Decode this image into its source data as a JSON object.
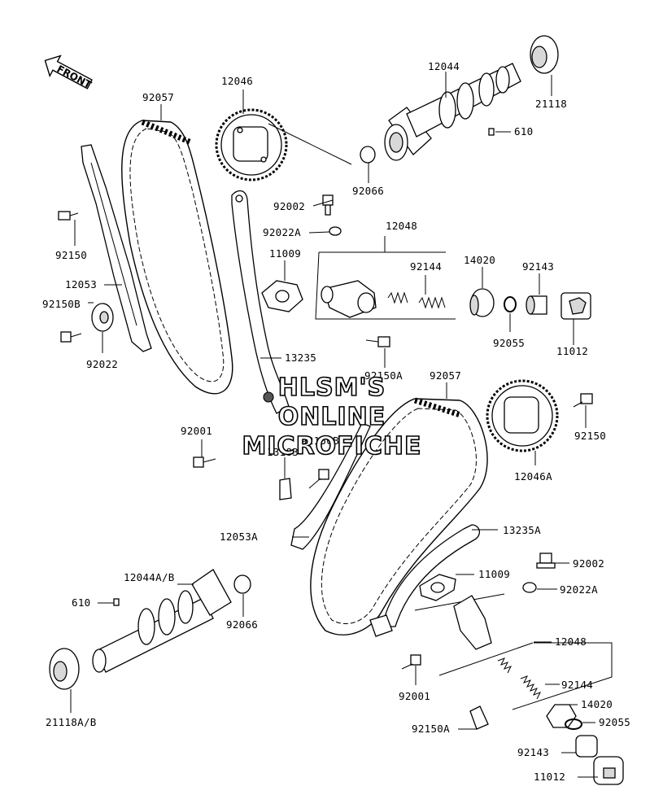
{
  "watermark": {
    "line1": "HLSM'S",
    "line2": "ONLINE",
    "line3": "MICROFICHE"
  },
  "front_arrow": {
    "text": "FRONT",
    "icon": "front-arrow-icon"
  },
  "labels": {
    "p12046": "12046",
    "p12044": "12044",
    "p92057_top": "92057",
    "p21118": "21118",
    "p610_top": "610",
    "p92066_top": "92066",
    "p92150_left": "92150",
    "p92002_top": "92002",
    "p92022A_top": "92022A",
    "p12048_top": "12048",
    "p11009_top": "11009",
    "p92144_top": "92144",
    "p14020_top": "14020",
    "p92143_top": "92143",
    "p12053": "12053",
    "p92150B_left": "92150B",
    "p92022": "92022",
    "p92055_top": "92055",
    "p11012_top": "11012",
    "p13235": "13235",
    "p92150A_top": "92150A",
    "p92057_mid": "92057",
    "p92001_left": "92001",
    "p13183": "13183",
    "p92150B_mid": "92150B",
    "p92150_right": "92150",
    "p12046A": "12046A",
    "p12053A": "12053A",
    "p13235A": "13235A",
    "p12044AB": "12044A/B",
    "p92002_bot": "92002",
    "p11009_bot": "11009",
    "p92022A_bot": "92022A",
    "p610_bot": "610",
    "p92066_bot": "92066",
    "p12048_bot": "12048",
    "p92144_bot": "92144",
    "p92001_bot": "92001",
    "p14020_bot": "14020",
    "p21118AB": "21118A/B",
    "p92150A_bot": "92150A",
    "p92055_bot": "92055",
    "p92143_bot": "92143",
    "p11012_bot": "11012"
  }
}
